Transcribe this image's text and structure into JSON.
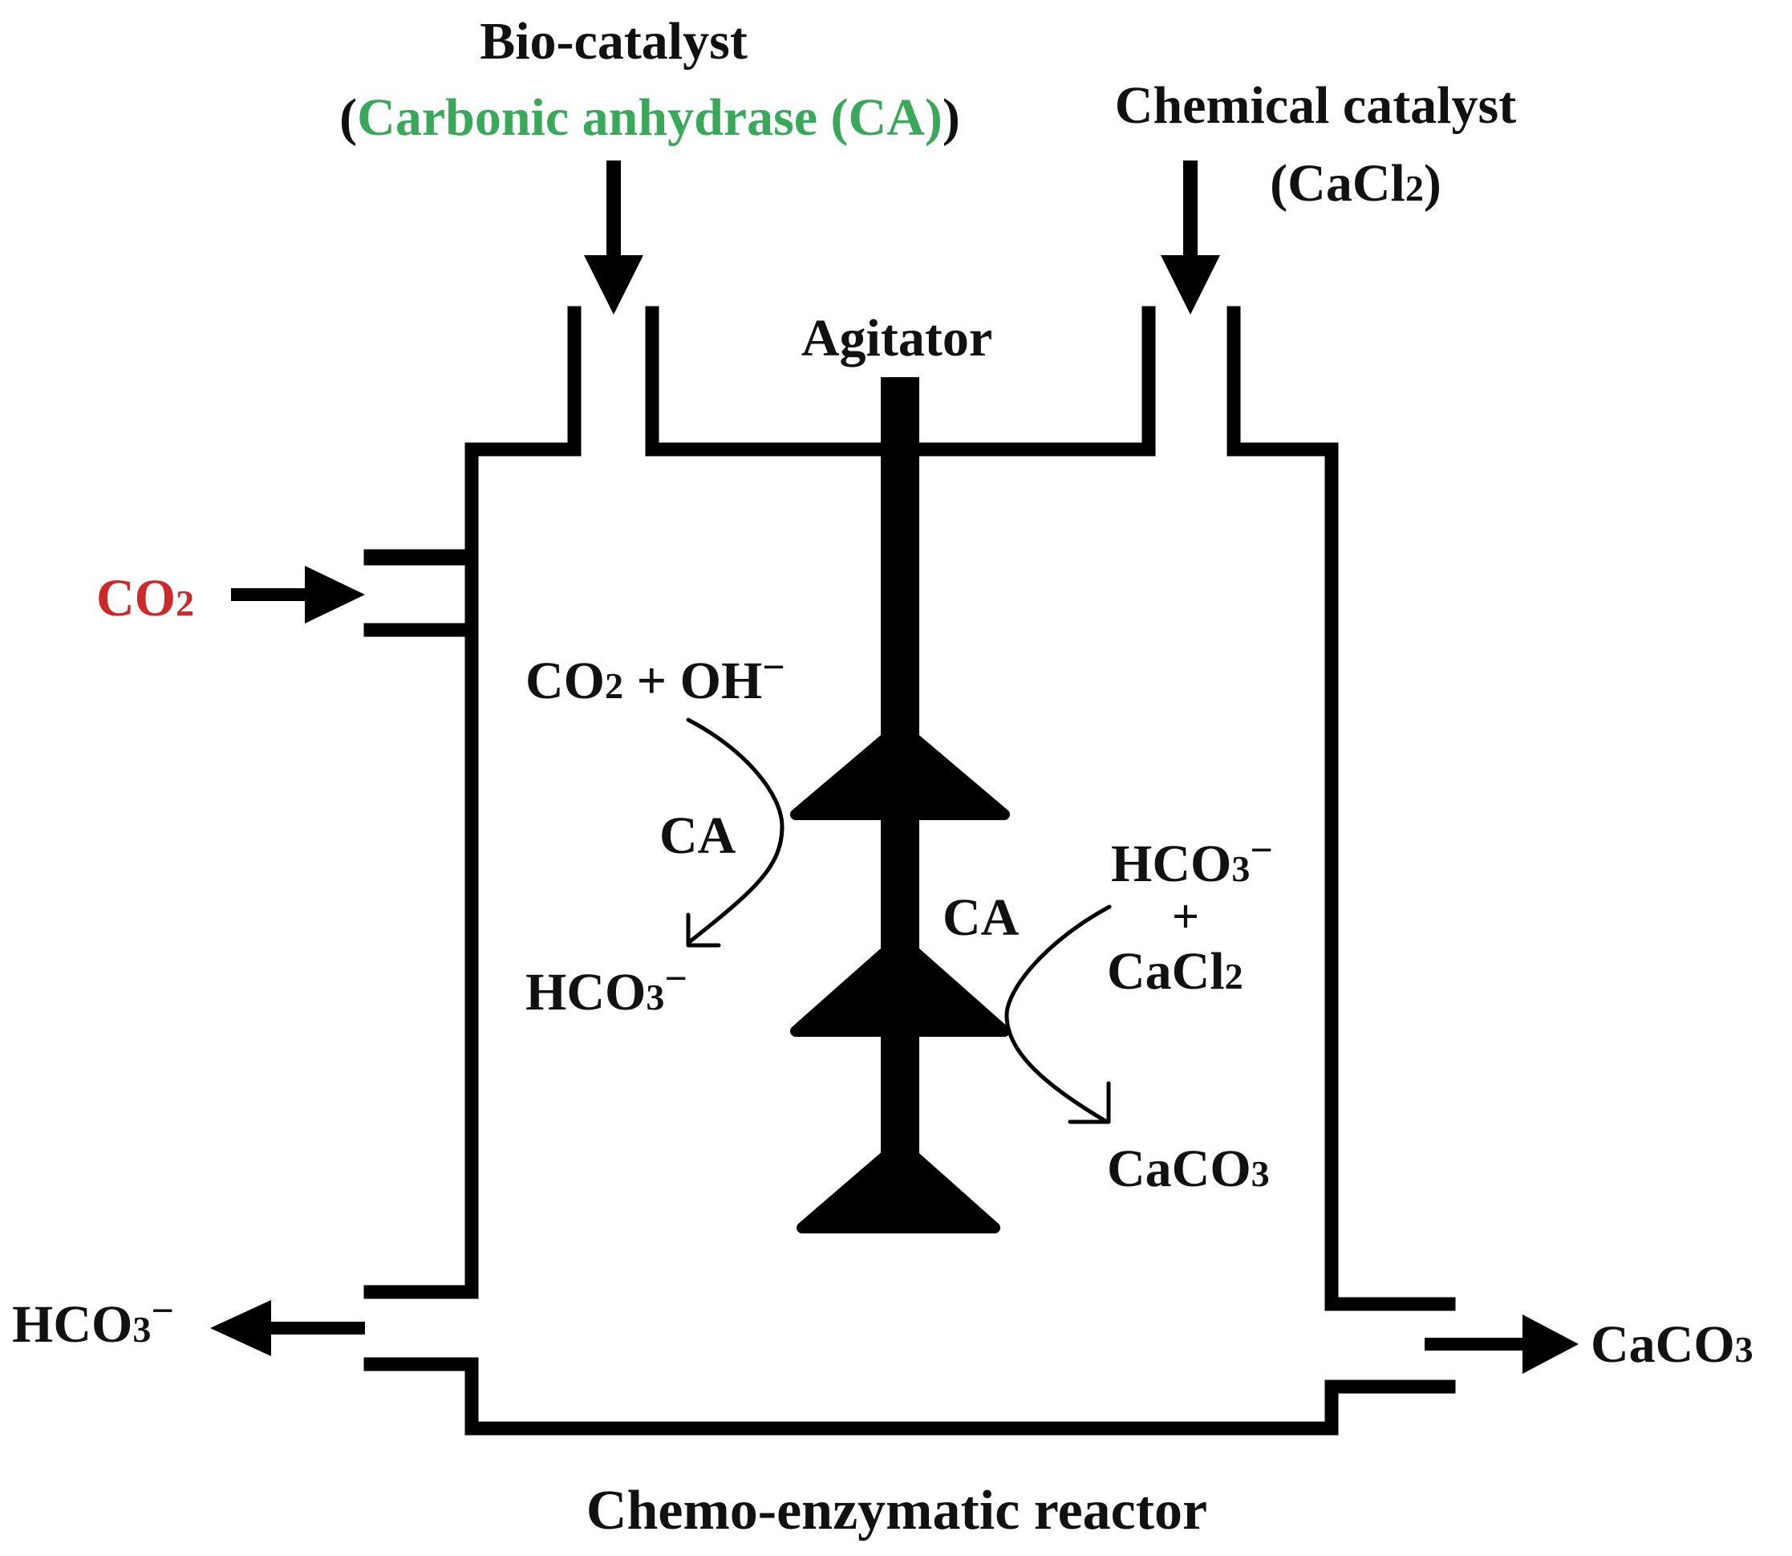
{
  "labels": {
    "bio_catalyst": "Bio-catalyst",
    "paren_open": "(",
    "carbonic_anhydrase": "Carbonic anhydrase (CA)",
    "paren_close": ")",
    "chemical_catalyst": "Chemical catalyst",
    "cacl2_paren_open": "(CaCl",
    "cacl2_paren_sub": "2",
    "cacl2_paren_close": ")",
    "agitator": "Agitator",
    "co2_inlet": "CO",
    "co2_inlet_sub": "2",
    "rxn1_co2": "CO",
    "rxn1_co2_sub": "2",
    "rxn1_rest": " + OH",
    "rxn1_minus": "−",
    "ca_1": "CA",
    "hco3_product": "HCO",
    "hco3_product_sub": "3",
    "hco3_product_minus": "−",
    "hco3_reactant": "HCO",
    "hco3_reactant_sub": "3",
    "hco3_reactant_minus": "−",
    "plus": "+",
    "cacl2_reactant": "CaCl",
    "cacl2_reactant_sub": "2",
    "ca_2": "CA",
    "caco3_product": "CaCO",
    "caco3_product_sub": "3",
    "hco3_outlet": "HCO",
    "hco3_outlet_sub": "3",
    "hco3_outlet_minus": "−",
    "caco3_outlet": "CaCO",
    "caco3_outlet_sub": "3",
    "reactor_title": "Chemo-enzymatic reactor"
  },
  "colors": {
    "text": "#111111",
    "enzyme_green": "#3aa85a",
    "co2_red": "#cc2a2a",
    "title_blue": "#4a4fb0",
    "line": "#000000"
  }
}
